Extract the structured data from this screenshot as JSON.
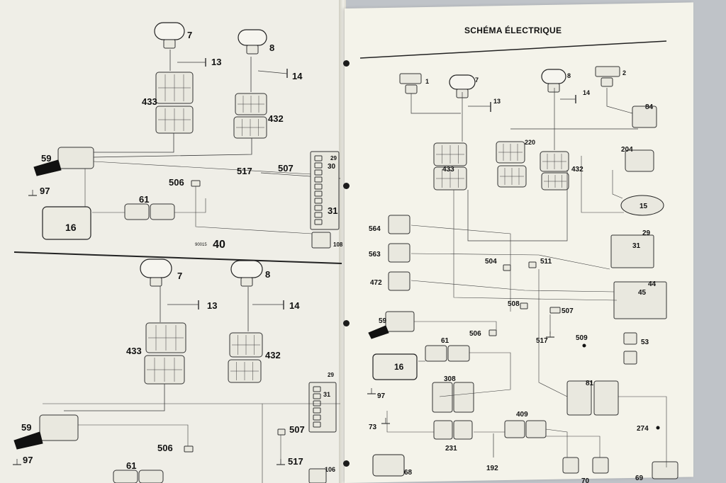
{
  "right_page": {
    "title": "SCHÉMA ÉLECTRIQUE",
    "components": [
      "1",
      "7",
      "8",
      "2",
      "13",
      "14",
      "84",
      "220",
      "204",
      "433",
      "432",
      "15",
      "564",
      "29",
      "563",
      "31",
      "504",
      "511",
      "472",
      "44",
      "45",
      "508",
      "507",
      "59",
      "506",
      "517",
      "509",
      "61",
      "53",
      "16",
      "308",
      "81",
      "97",
      "409",
      "73",
      "274",
      "231",
      "192",
      "68",
      "69",
      "70"
    ]
  },
  "left_page": {
    "top_figure": {
      "ref_code": "90015",
      "ref_number": "40",
      "components": [
        "7",
        "8",
        "13",
        "14",
        "433",
        "432",
        "59",
        "517",
        "507",
        "29",
        "30",
        "97",
        "506",
        "61",
        "31",
        "16",
        "108"
      ]
    },
    "bottom_figure": {
      "components": [
        "7",
        "8",
        "13",
        "14",
        "433",
        "432",
        "29",
        "31",
        "59",
        "507",
        "506",
        "517",
        "97",
        "61",
        "106"
      ]
    }
  }
}
